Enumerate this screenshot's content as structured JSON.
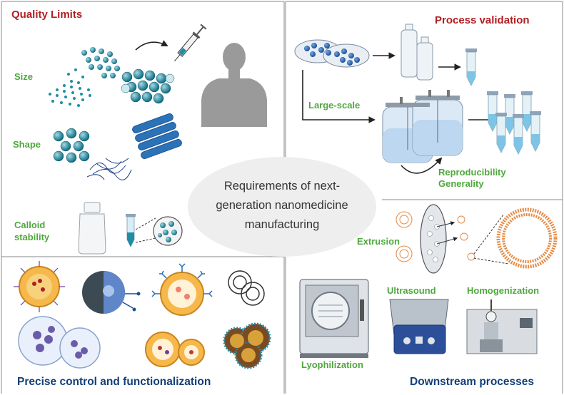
{
  "center": {
    "line1": "Requirements of next-",
    "line2": "generation nanomedicine",
    "line3": "manufacturing"
  },
  "quality_limits": {
    "title": "Quality Limits",
    "size_label": "Size",
    "shape_label": "Shape",
    "stability_label_1": "Calloid",
    "stability_label_2": "stability"
  },
  "process_validation": {
    "title": "Process validation",
    "large_scale_label": "Large-scale",
    "reproducibility_label": "Reproducibility",
    "generality_label": "Generality"
  },
  "precise_control": {
    "title": "Precise control and functionalization"
  },
  "downstream": {
    "title": "Downstream processes",
    "extrusion_label": "Extrusion",
    "ultrasound_label": "Ultrasound",
    "homogenization_label": "Homogenization",
    "lyophilization_label": "Lyophilization"
  },
  "colors": {
    "heading_red": "#b01e23",
    "label_green": "#4fa83d",
    "footer_blue": "#123f7a",
    "particle_teal": "#1f8ea3"
  }
}
